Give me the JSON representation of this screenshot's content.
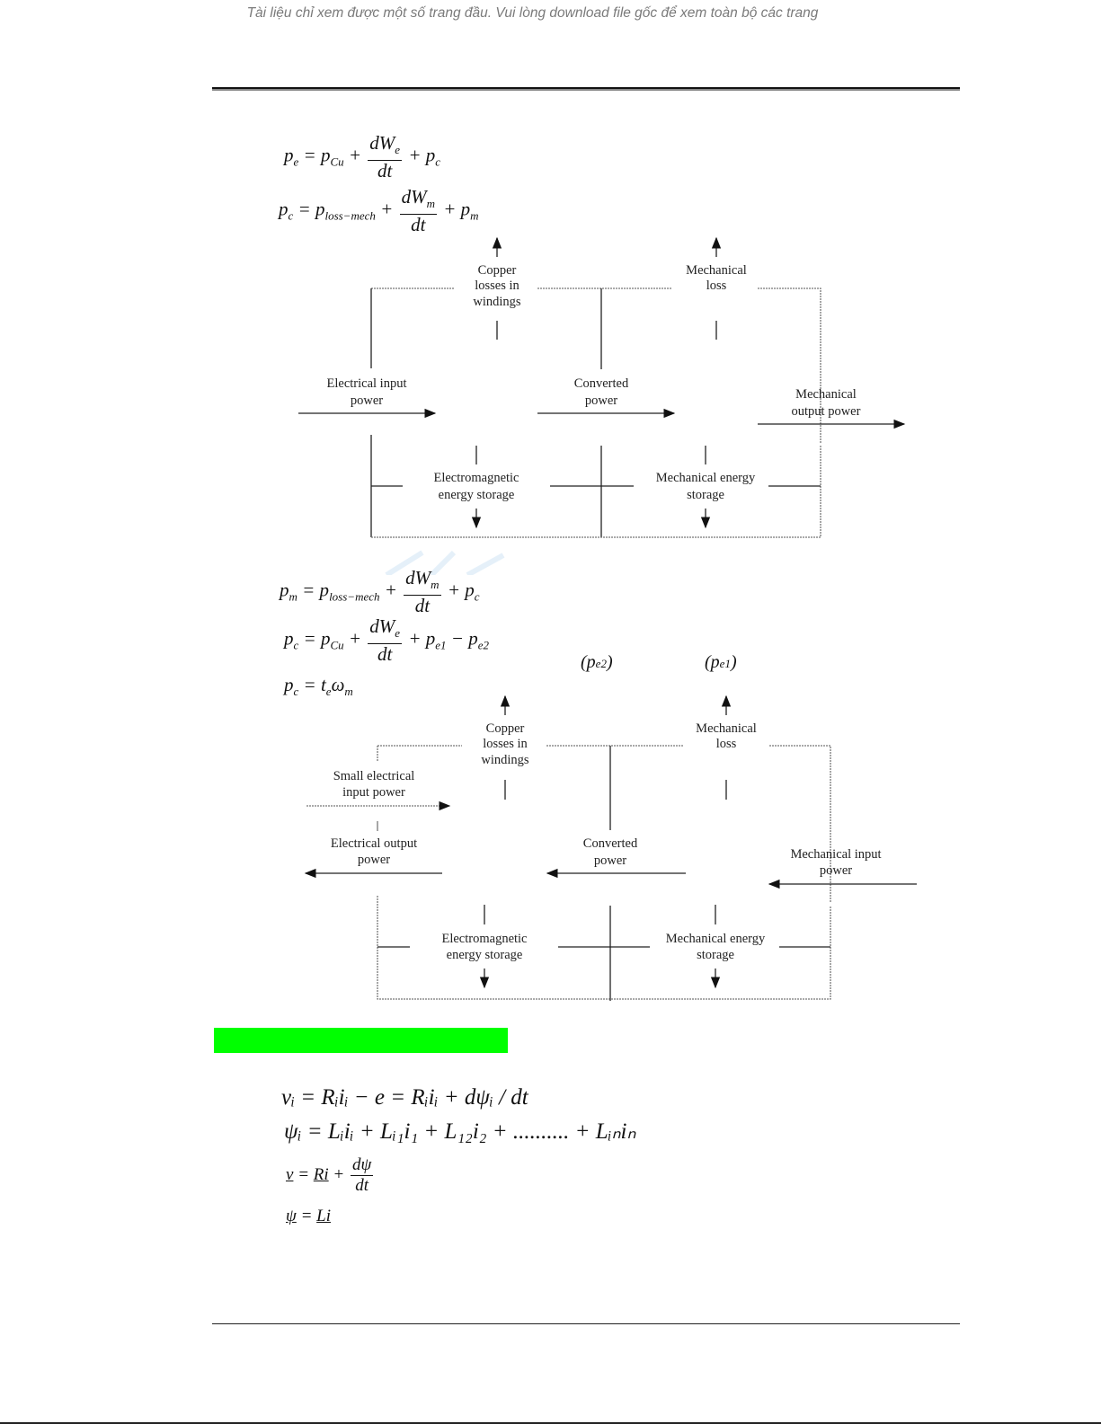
{
  "banner": {
    "text": "Tài liệu chỉ xem được một số trang đầu. Vui lòng download file gốc để xem toàn bộ các trang"
  },
  "equations_motor": {
    "eq1": {
      "lhs": "p",
      "lhs_sub": "e",
      "rhs_a": "= p",
      "rhs_a_sub": "Cu",
      "plus1": " + ",
      "frac_num": "dW",
      "frac_num_sub": "e",
      "frac_den": "dt",
      "plus2": " + p",
      "tail_sub": "c"
    },
    "eq2": {
      "lhs": "p",
      "lhs_sub": "c",
      "rhs_a": "= p",
      "rhs_a_sub": "loss−mech",
      "plus1": " + ",
      "frac_num": "dW",
      "frac_num_sub": "m",
      "frac_den": "dt",
      "plus2": " + p",
      "tail_sub": "m"
    }
  },
  "diagram_motor": {
    "copper_losses": [
      "Copper",
      "losses in",
      "windings"
    ],
    "mechanical_loss": [
      "Mechanical",
      "loss"
    ],
    "electrical_input": [
      "Electrical input",
      "power"
    ],
    "converted_power": [
      "Converted",
      "power"
    ],
    "mechanical_output": [
      "Mechanical",
      "output power"
    ],
    "em_storage": [
      "Electromagnetic",
      "energy storage"
    ],
    "mech_storage": [
      "Mechanical energy",
      "storage"
    ]
  },
  "equations_generator": {
    "eq1": {
      "lhs": "p",
      "lhs_sub": "m",
      "rhs_a": "= p",
      "rhs_a_sub": "loss−mech",
      "plus1": " + ",
      "frac_num": "dW",
      "frac_num_sub": "m",
      "frac_den": "dt",
      "plus2": " + p",
      "tail_sub": "c"
    },
    "eq2": {
      "lhs": "p",
      "lhs_sub": "c",
      "rhs_a": "= p",
      "rhs_a_sub": "Cu",
      "plus1": " + ",
      "frac_num": "dW",
      "frac_num_sub": "e",
      "frac_den": "dt",
      "plus2": " + p",
      "tail_sub": "e1",
      "minus": " − p",
      "minus_sub": "e2"
    },
    "eq3": {
      "lhs": "p",
      "lhs_sub": "c",
      "rhs": "= t",
      "rhs_sub": "e",
      "omega": "ω",
      "omega_sub": "m"
    },
    "pe2_label": "(p",
    "pe2_sub": "e2",
    "pe1_label": "(p",
    "pe1_sub": "e1",
    "close": ")"
  },
  "diagram_generator": {
    "copper_losses": [
      "Copper",
      "losses in",
      "windings"
    ],
    "mechanical_loss": [
      "Mechanical",
      "loss"
    ],
    "small_electrical_input": [
      "Small electrical",
      "input power"
    ],
    "electrical_output": [
      "Electrical output",
      "power"
    ],
    "converted_power": [
      "Converted",
      "power"
    ],
    "mechanical_input": [
      "Mechanical input",
      "power"
    ],
    "em_storage": [
      "Electromagnetic",
      "energy storage"
    ],
    "mech_storage": [
      "Mechanical energy",
      "storage"
    ]
  },
  "highlight": {
    "color": "#00ff00"
  },
  "equations_circuit": {
    "eq1": "vᵢ = Rᵢiᵢ − e = Rᵢiᵢ + dψᵢ / dt",
    "eq2": "ψᵢ = Lᵢiᵢ + Lᵢ₁i₁ + L₁₂i₂ + .......... + Lᵢₙiₙ",
    "eq3": {
      "lhs": "v",
      "mid": " = ",
      "ri": "Ri",
      "plus": " + ",
      "num": "dψ",
      "den": "dt"
    },
    "eq4": {
      "lhs": "ψ",
      "mid": " = ",
      "rhs": "Li"
    }
  }
}
